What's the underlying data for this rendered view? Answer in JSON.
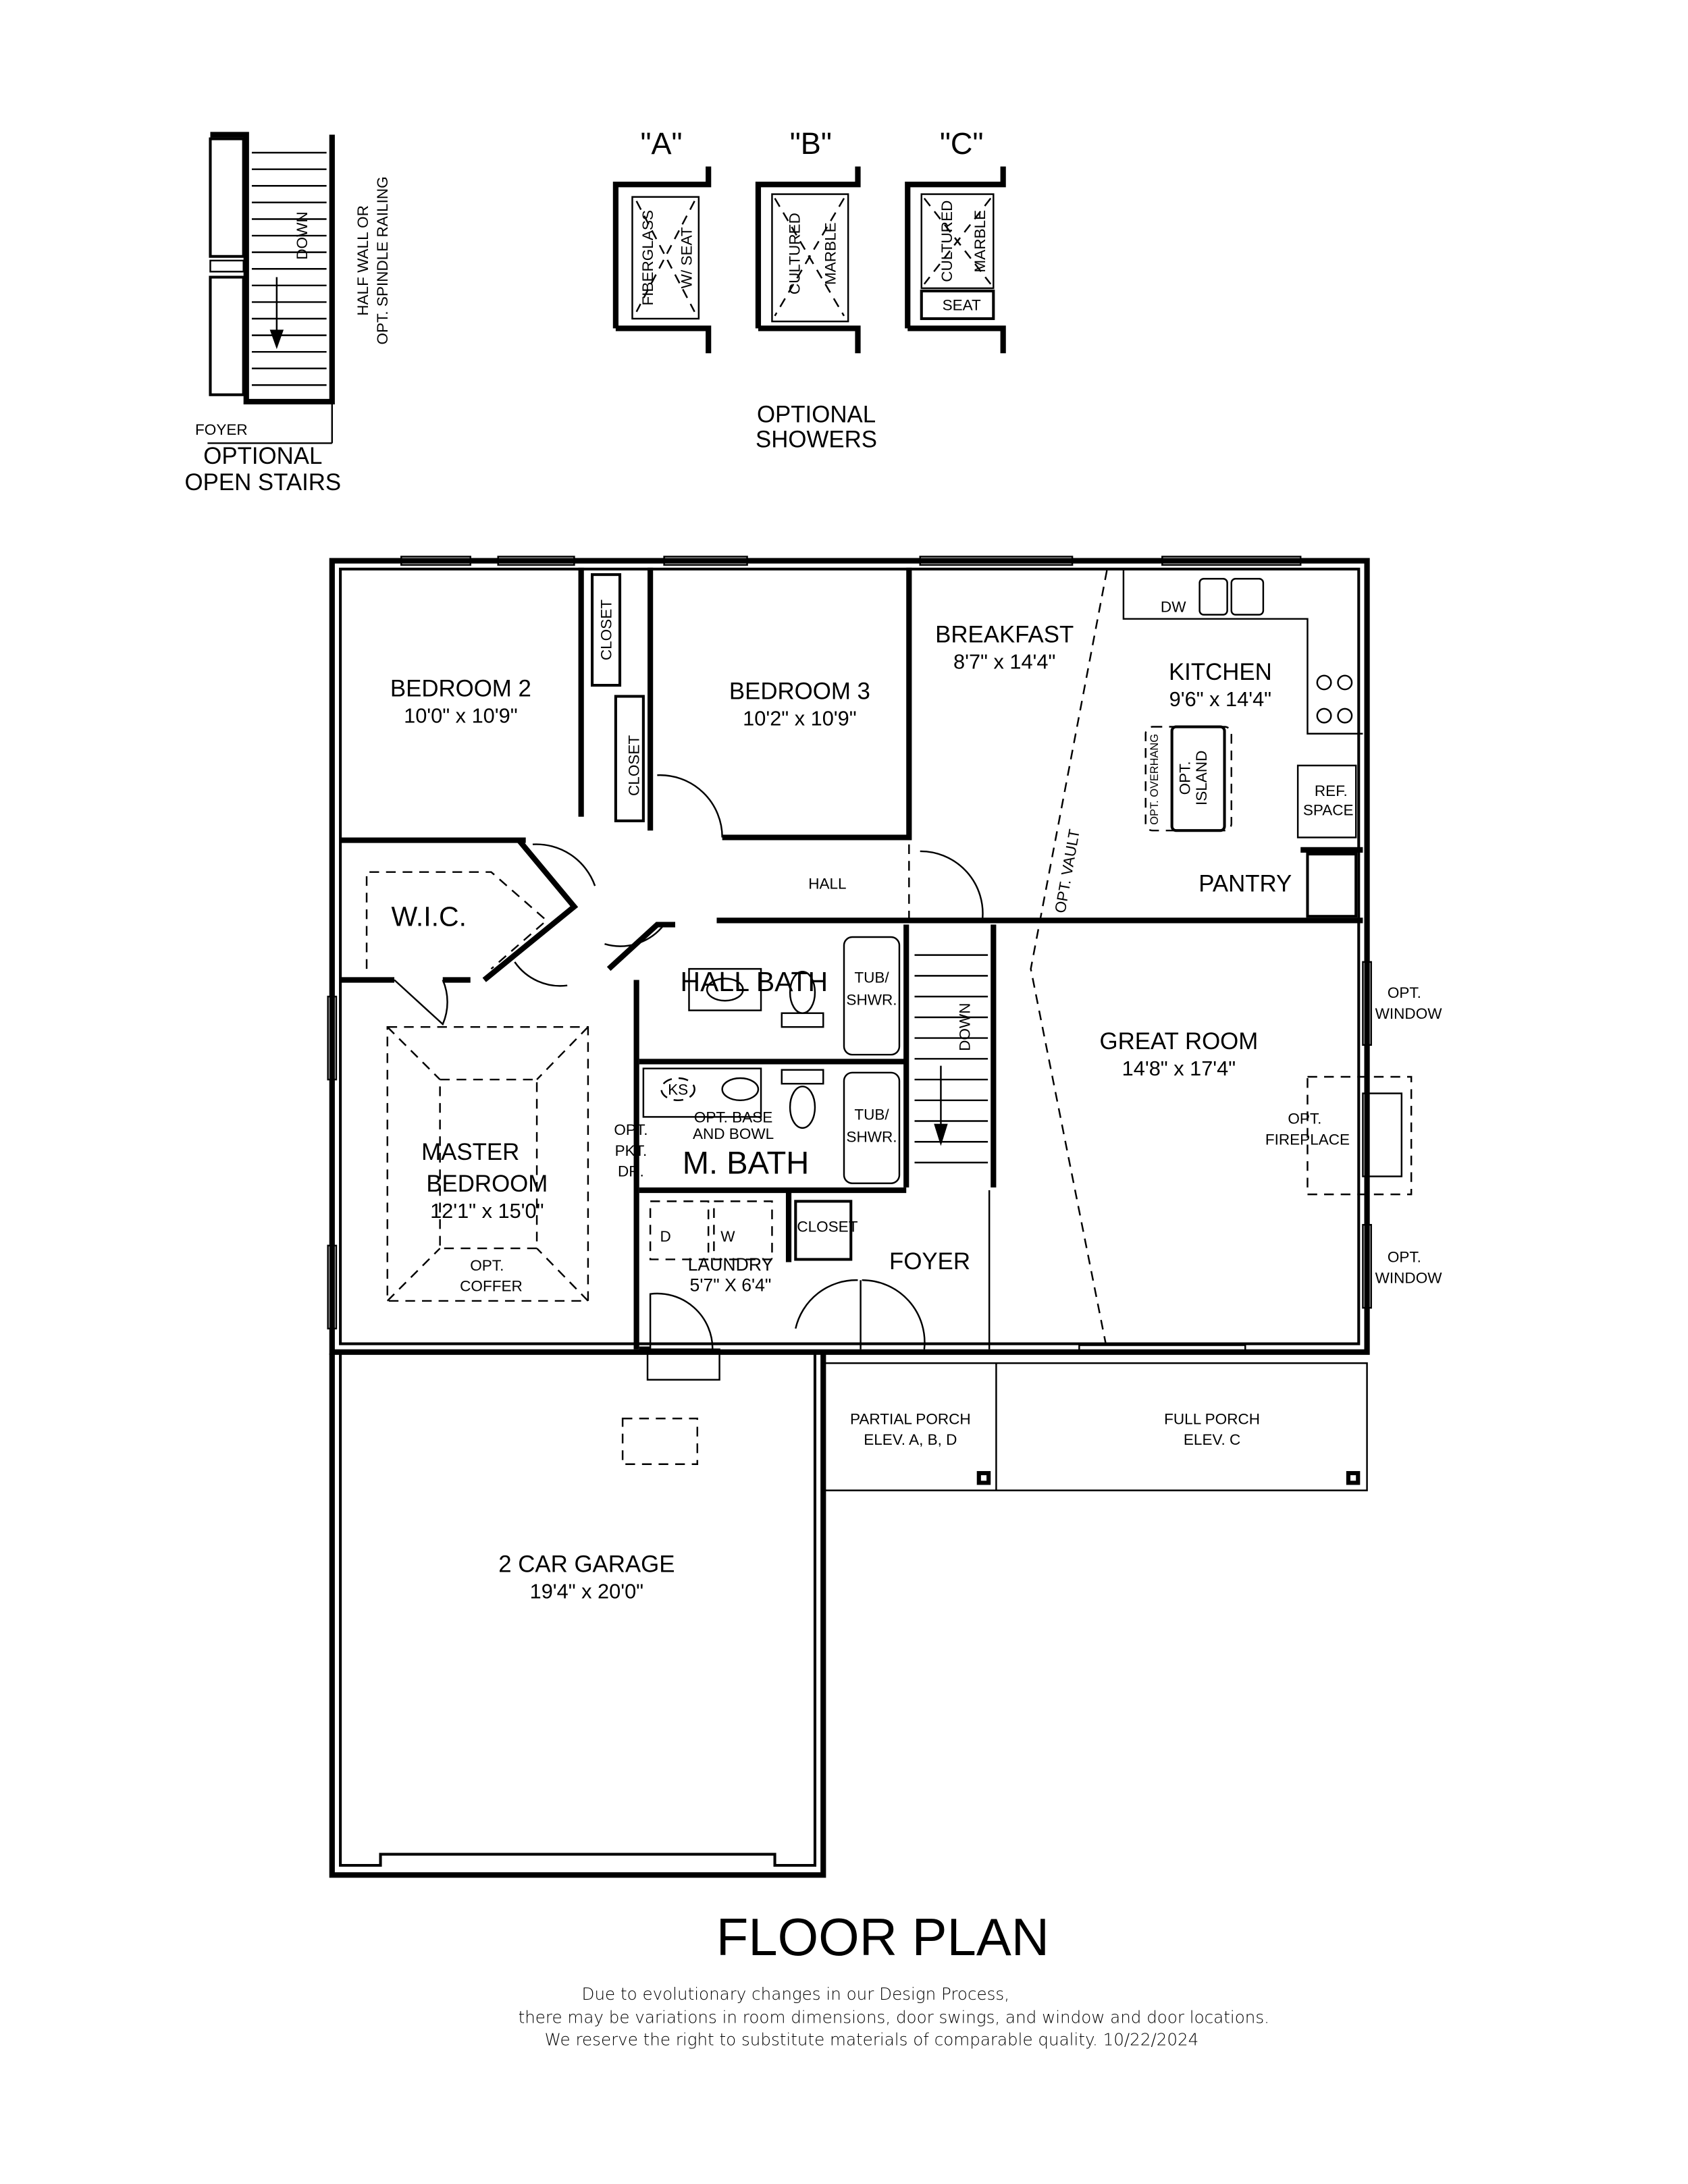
{
  "title": "FLOOR PLAN",
  "notes": [
    "Due to evolutionary changes in our Design Process,",
    "there may be variations in room dimensions, door swings, and window and door locations.",
    "We reserve the right to substitute materials of comparable quality. 10/22/2024"
  ],
  "optional_stairs": {
    "down": "DOWN",
    "railing_1": "HALF WALL OR",
    "railing_2": "OPT. SPINDLE RAILING",
    "foyer": "FOYER",
    "label_1": "OPTIONAL",
    "label_2": "OPEN STAIRS"
  },
  "optional_showers": {
    "label_1": "OPTIONAL",
    "label_2": "SHOWERS",
    "a": {
      "tag": "\"A\"",
      "t1": "FIBERGLASS",
      "t2": "W/ SEAT"
    },
    "b": {
      "tag": "\"B\"",
      "t1": "CULTURED",
      "t2": "MARBLE"
    },
    "c": {
      "tag": "\"C\"",
      "t1": "CULTURED",
      "t2": "MARBLE",
      "t3": "SEAT"
    }
  },
  "rooms": {
    "bedroom2": {
      "name": "BEDROOM 2",
      "dims": "10'0\" x 10'9\""
    },
    "bedroom3": {
      "name": "BEDROOM 3",
      "dims": "10'2\" x 10'9\""
    },
    "closet": "CLOSET",
    "breakfast": {
      "name": "BREAKFAST",
      "dims": "8'7\" x 14'4\""
    },
    "kitchen": {
      "name": "KITCHEN",
      "dims": "9'6\" x 14'4\"",
      "dw": "DW",
      "overhang": "OPT. OVERHANG",
      "island_1": "OPT.",
      "island_2": "ISLAND",
      "ref_1": "REF.",
      "ref_2": "SPACE"
    },
    "pantry": "PANTRY",
    "hall": "HALL",
    "vault": "OPT. VAULT",
    "wic": "W.I.C.",
    "hall_bath": {
      "name": "HALL BATH",
      "tub_1": "TUB/",
      "tub_2": "SHWR."
    },
    "great_room": {
      "name": "GREAT ROOM",
      "dims": "14'8\" x 17'4\"",
      "window_1": "OPT.",
      "window_2": "WINDOW",
      "fireplace_1": "OPT.",
      "fireplace_2": "FIREPLACE"
    },
    "stairs_down": "DOWN",
    "m_bath": {
      "name": "M. BATH",
      "ks": "KS",
      "base_1": "OPT. BASE",
      "base_2": "AND BOWL",
      "tub_1": "TUB/",
      "tub_2": "SHWR.",
      "pkt_1": "OPT.",
      "pkt_2": "PKT.",
      "pkt_3": "DR."
    },
    "master": {
      "name_1": "MASTER",
      "name_2": "BEDROOM",
      "dims": "12'1\" x 15'0\"",
      "coffer_1": "OPT.",
      "coffer_2": "COFFER"
    },
    "laundry": {
      "name": "LAUNDRY",
      "dims": "5'7\" X 6'4\"",
      "d": "D",
      "w": "W",
      "closet": "CLOSET"
    },
    "foyer": "FOYER",
    "partial_porch": {
      "name": "PARTIAL PORCH",
      "elev": "ELEV. A, B, D"
    },
    "full_porch": {
      "name": "FULL PORCH",
      "elev": "ELEV. C"
    },
    "garage": {
      "name": "2 CAR GARAGE",
      "dims": "19'4\" x 20'0\""
    }
  }
}
